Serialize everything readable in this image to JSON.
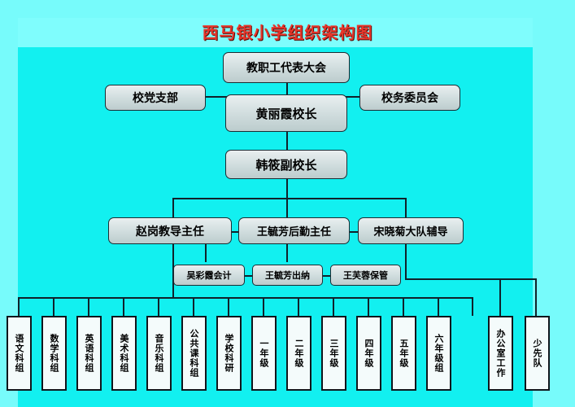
{
  "title": "西马银小学组织架构图",
  "colors": {
    "title_red": "#e8352a",
    "background_outer": "#77fbfb",
    "background_inner": "#12f0f0",
    "box_fill": "#cfdcdd",
    "line": "#10222b",
    "vbox_fill": "#f4fbfb"
  },
  "tier1": {
    "congress": "教职工代表大会",
    "party_branch": "校党支部",
    "principal": "黄丽霞校长",
    "affairs_committee": "校务委员会"
  },
  "tier2": {
    "vice_principal": "韩筱副校长"
  },
  "tier3": [
    {
      "label": "赵岗教导主任"
    },
    {
      "label": "王毓芳后勤主任"
    },
    {
      "label": "宋晓菊大队辅导"
    }
  ],
  "tier4": [
    {
      "label": "吴彩霞会计"
    },
    {
      "label": "王毓芳出纳"
    },
    {
      "label": "王芙蓉保管"
    }
  ],
  "departments": [
    {
      "label": "语文科组"
    },
    {
      "label": "数学科组"
    },
    {
      "label": "英语科组"
    },
    {
      "label": "美术科组"
    },
    {
      "label": "音乐科组"
    },
    {
      "label": "公共课科组"
    },
    {
      "label": "学校科研"
    },
    {
      "label": "一年级"
    },
    {
      "label": "二年级"
    },
    {
      "label": "三年级"
    },
    {
      "label": "四年级"
    },
    {
      "label": "五年级"
    },
    {
      "label": "六年级组"
    },
    {
      "label": "办公室工作"
    },
    {
      "label": "少先队"
    }
  ]
}
